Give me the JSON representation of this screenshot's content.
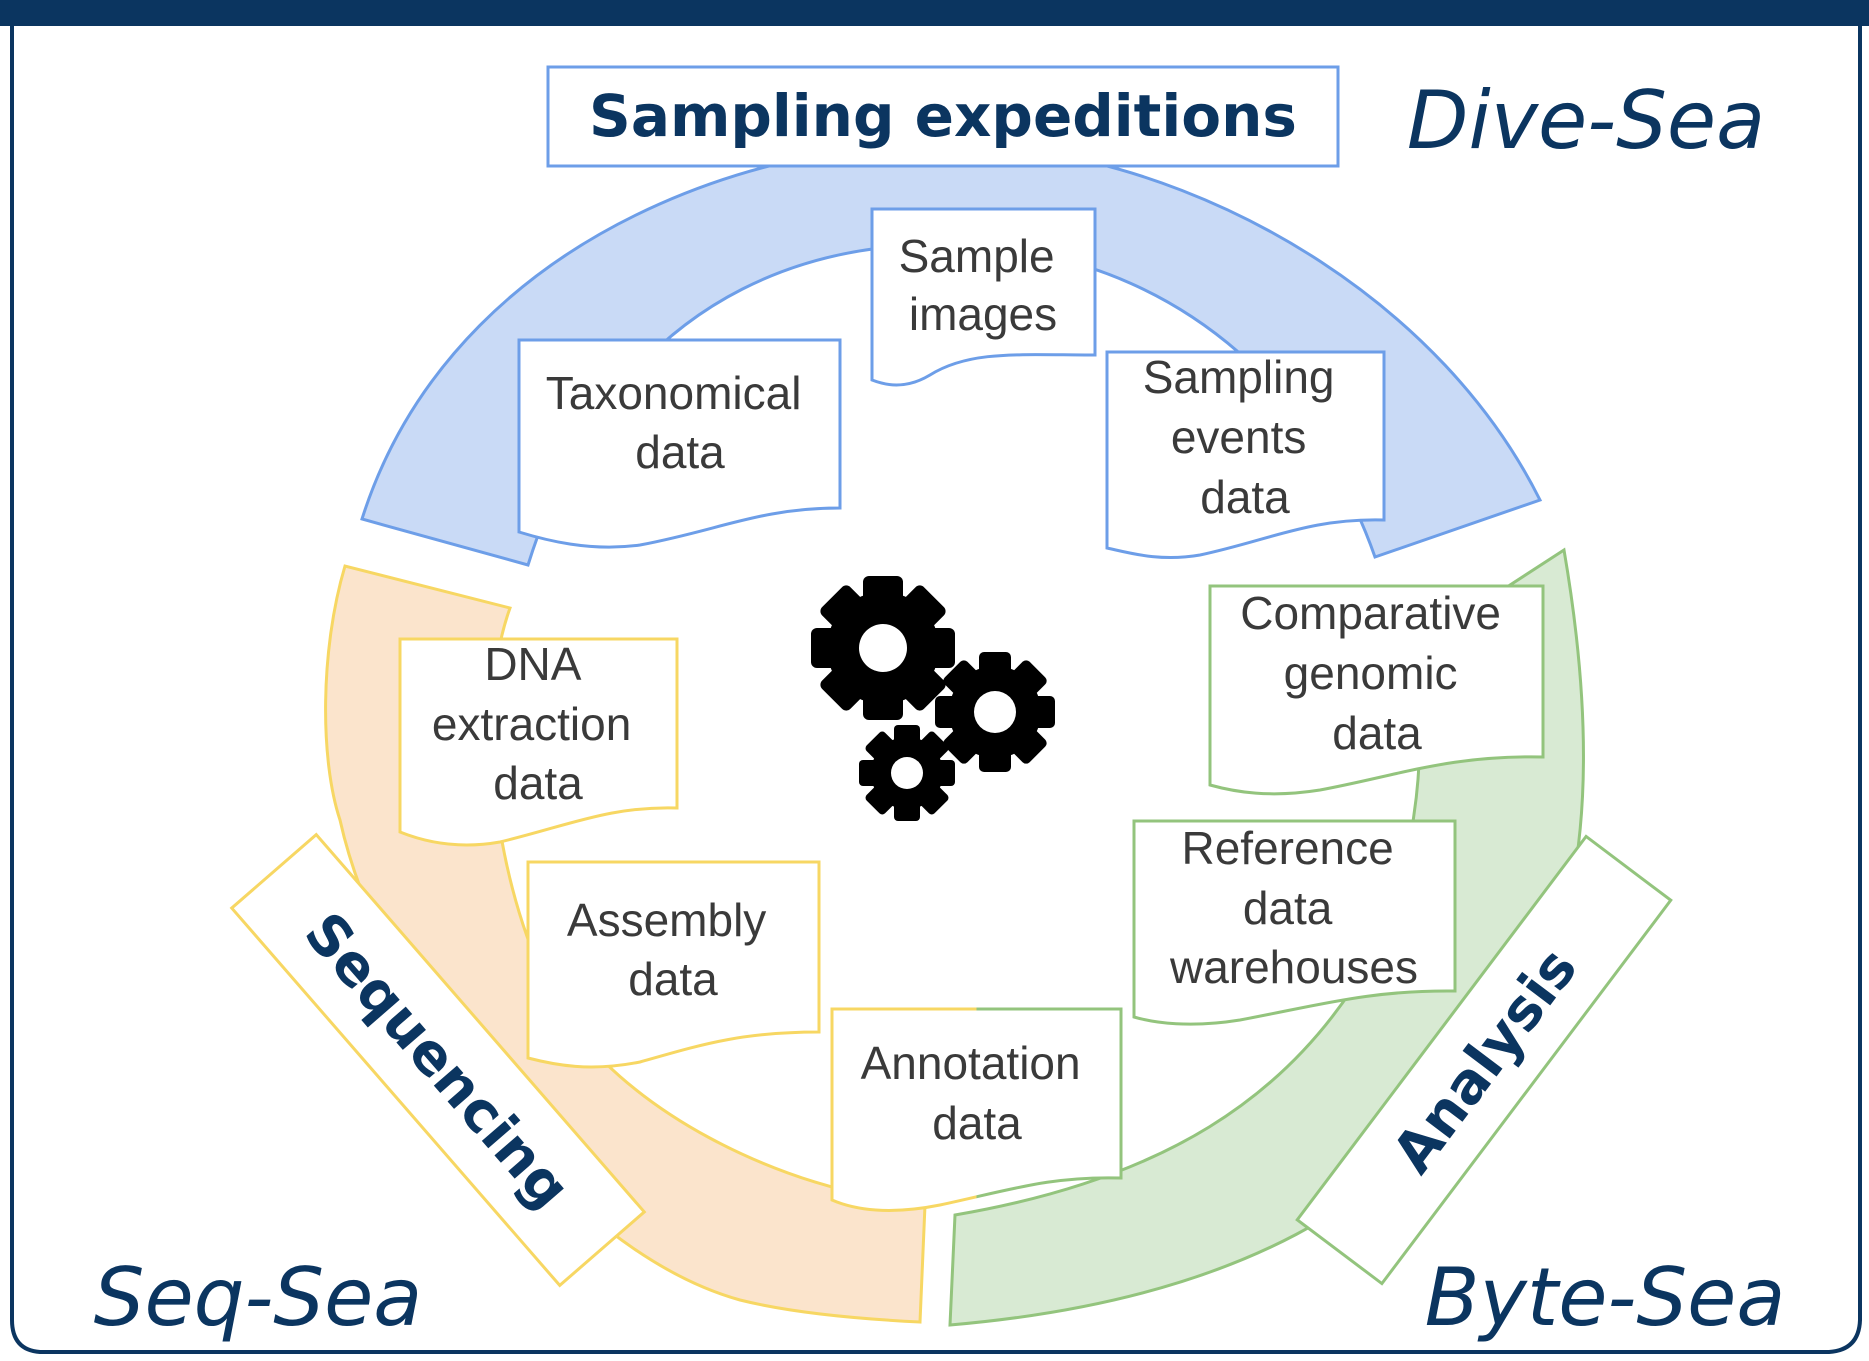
{
  "groups": {
    "sampling": {
      "label": "Sampling expeditions",
      "brand": "Dive-Sea"
    },
    "sequencing": {
      "label": "Sequencing",
      "brand": "Seq-Sea"
    },
    "analysis": {
      "label": "Analysis",
      "brand": "Byte-Sea"
    }
  },
  "documents": {
    "sample_images": [
      "Sample",
      "images"
    ],
    "taxonomical": [
      "Taxonomical",
      "data"
    ],
    "sampling_events": [
      "Sampling",
      "events",
      "data"
    ],
    "dna_extraction": [
      "DNA",
      "extraction",
      "data"
    ],
    "assembly": [
      "Assembly",
      "data"
    ],
    "annotation": [
      "Annotation",
      "data"
    ],
    "comparative": [
      "Comparative",
      "genomic",
      "data"
    ],
    "reference": [
      "Reference",
      "data",
      "warehouses"
    ]
  },
  "center_icon": "gears-icon",
  "colors": {
    "frame": "#0b3560",
    "blue_fill": "#c9daf6",
    "blue_stroke": "#6d9ee8",
    "orange_fill": "#fbe4cc",
    "yellow_stroke": "#f7d763",
    "green_fill": "#d8ead3",
    "green_stroke": "#93c47d"
  }
}
